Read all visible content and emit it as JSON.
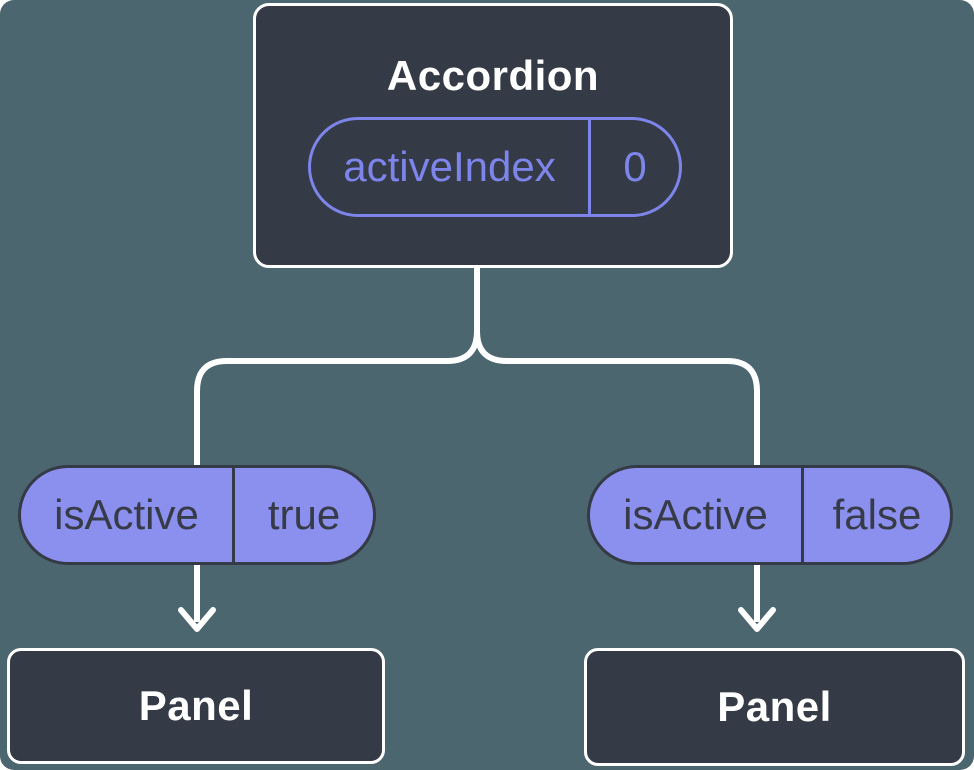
{
  "colors": {
    "background": "#4C6670",
    "node_fill": "#343A46",
    "node_border": "#FFFFFF",
    "accent_purple": "#7D85EB",
    "pill_fill": "#8B90EE",
    "pill_text": "#363B47",
    "connector": "#FFFFFF"
  },
  "root_node": {
    "title": "Accordion",
    "state_pill": {
      "label": "activeIndex",
      "value": "0"
    }
  },
  "branches": [
    {
      "prop_pill": {
        "label": "isActive",
        "value": "true"
      },
      "child_node": {
        "title": "Panel"
      }
    },
    {
      "prop_pill": {
        "label": "isActive",
        "value": "false"
      },
      "child_node": {
        "title": "Panel"
      }
    }
  ]
}
